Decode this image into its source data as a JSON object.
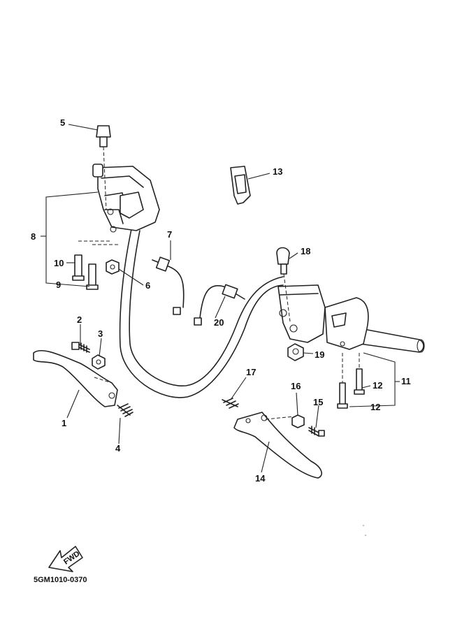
{
  "diagram": {
    "catalog_code": "5GM1010-0370",
    "fwd_label": "FWD",
    "callouts": [
      "1",
      "2",
      "3",
      "4",
      "5",
      "6",
      "7",
      "8",
      "9",
      "10",
      "11",
      "12",
      "12",
      "13",
      "14",
      "15",
      "16",
      "17",
      "18",
      "19",
      "20"
    ]
  }
}
